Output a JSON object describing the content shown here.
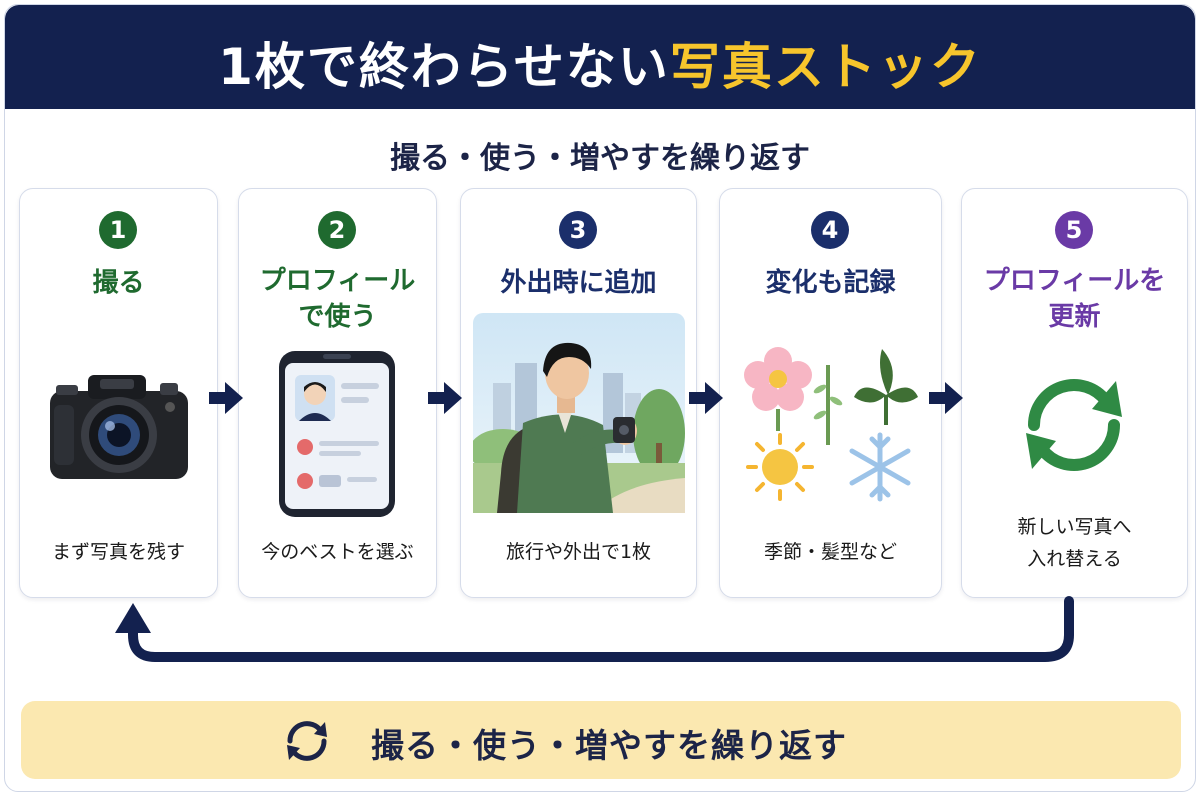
{
  "header": {
    "title_main": "1枚で終わらせない",
    "title_highlight": "写真ストック"
  },
  "subtitle": "撮る・使う・増やすを繰り返す",
  "steps": [
    {
      "number": "1",
      "title": "撮る",
      "description": "まず写真を残す",
      "icon": "camera-icon"
    },
    {
      "number": "2",
      "title_line1": "プロフィール",
      "title_line2": "で使う",
      "description": "今のベストを選ぶ",
      "icon": "smartphone-profile-icon"
    },
    {
      "number": "3",
      "title": "外出時に追加",
      "description": "旅行や外出で1枚",
      "icon": "outdoor-photographer-illustration"
    },
    {
      "number": "4",
      "title": "変化も記録",
      "description": "季節・髪型など",
      "icon": "seasons-icon"
    },
    {
      "number": "5",
      "title_line1": "プロフィールを",
      "title_line2": "更新",
      "description_line1": "新しい写真へ",
      "description_line2": "入れ替える",
      "icon": "refresh-cycle-icon"
    }
  ],
  "footer": {
    "text": "撮る・使う・増やすを繰り返す",
    "icon": "cycle-icon"
  },
  "colors": {
    "header_bg": "#13214f",
    "highlight": "#f7c52c",
    "green": "#1f6a2f",
    "navy": "#1b2f6b",
    "purple": "#6a3aa6",
    "footer_bg": "#fbe8b0"
  }
}
